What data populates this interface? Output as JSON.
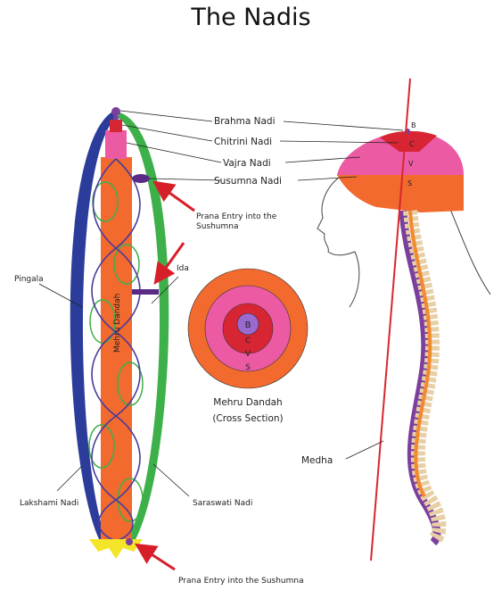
{
  "title": "The Nadis",
  "labels": {
    "brahma_nadi": "Brahma Nadi",
    "chitrini_nadi": "Chitrini Nadi",
    "vajra_nadi": "Vajra Nadi",
    "susumna_nadi": "Susumna Nadi",
    "prana_entry_top_line1": "Prana Entry into the",
    "prana_entry_top_line2": "Sushumna",
    "ida": "Ida",
    "pingala": "Pingala",
    "mehru_dandah_vertical": "Mehru Dandah",
    "lakshami_nadi": "Lakshami Nadi",
    "saraswati_nadi": "Saraswati Nadi",
    "prana_entry_bottom": "Prana Entry into the Sushumna",
    "cross_section_caption_line1": "Mehru Dandah",
    "cross_section_caption_line2": "(Cross Section)",
    "medha": "Medha"
  },
  "cross_section_letters": [
    "B",
    "C",
    "V",
    "S"
  ],
  "head_letters": [
    "B",
    "C",
    "V",
    "S"
  ],
  "colors": {
    "pingala_blue": "#2b3c9a",
    "saraswati_green": "#3db04a",
    "sushumna_orange": "#f26a2e",
    "vajra_pink": "#ec5aa4",
    "chitrini_red": "#d72534",
    "brahma_purple": "#7b3f9e",
    "arrow_red": "#d71f2a",
    "base_yellow": "#f5e52a",
    "spine_line": "#d7282f"
  }
}
